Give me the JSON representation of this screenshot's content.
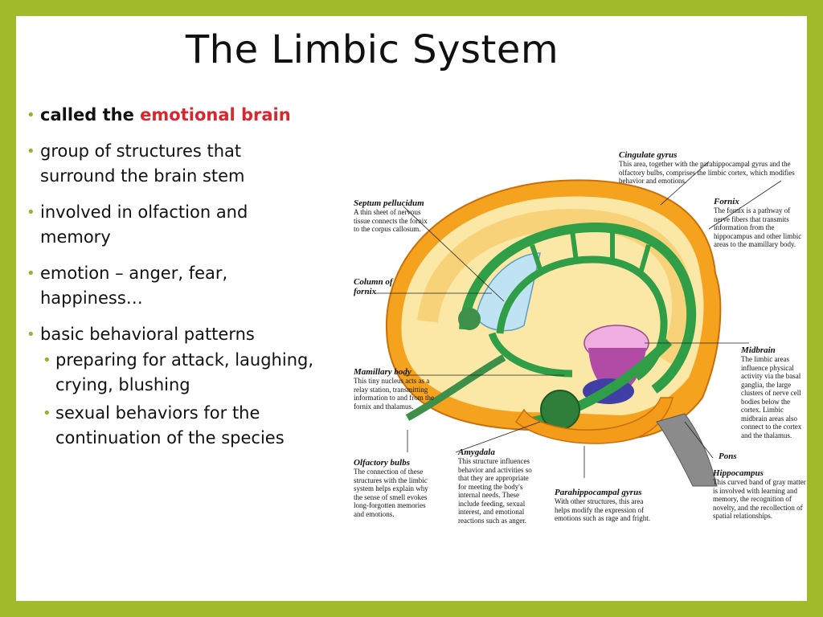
{
  "slide": {
    "title": "The Limbic System",
    "bullet1_lead": "called the ",
    "bullet1_accent": "emotional brain",
    "bullet2": "group of structures that surround the brain stem",
    "bullet3": "involved in olfaction and memory",
    "bullet4": "emotion – anger, fear, happiness…",
    "bullet5": "basic behavioral patterns",
    "sub1": "preparing for attack, laughing, crying, blushing",
    "sub2": "sexual behaviors for the continuation of the species"
  },
  "diagram": {
    "cingulate": {
      "name": "Cingulate gyrus",
      "desc": "This area, together with the parahippocampal gyrus and the olfactory bulbs, comprises the limbic cortex, which modifies behavior and emotions."
    },
    "septum": {
      "name": "Septum pellucidum",
      "desc": "A thin sheet of nervous tissue connects the fornix to the corpus callosum."
    },
    "fornix": {
      "name": "Fornix",
      "desc": "The fornix is a pathway of nerve fibers that transmits information from the hippocampus and other limbic areas to the mamillary body."
    },
    "column": {
      "name": "Column of fornix"
    },
    "midbrain": {
      "name": "Midbrain",
      "desc": "The limbic areas influence physical activity via the basal ganglia, the large clusters of nerve cell bodies below the cortex. Limbic midbrain areas also connect to the cortex and the thalamus."
    },
    "mamillary": {
      "name": "Mamillary body",
      "desc": "This tiny nucleus acts as a relay station, transmitting information to and from the fornix and thalamus."
    },
    "olfactory": {
      "name": "Olfactory bulbs",
      "desc": "The connection of these structures with the limbic system helps explain why the sense of smell evokes long-forgotten memories and emotions."
    },
    "amygdala": {
      "name": "Amygdala",
      "desc": "This structure influences behavior and activities so that they are appropriate for meeting the body's internal needs. These include feeding, sexual interest, and emotional reactions such as anger."
    },
    "pons": {
      "name": "Pons"
    },
    "parahippocampal": {
      "name": "Parahippocampal gyrus",
      "desc": "With other structures, this area helps modify the expression of emotions such as rage and fright."
    },
    "hippocampus": {
      "name": "Hippocampus",
      "desc": "This curved band of gray matter is involved with learning and memory, the recognition of novelty, and the recollection of spatial relationships."
    }
  },
  "colors": {
    "frame": "#9fbb2c",
    "accent": "#d9262f",
    "bullet": "#8fb52a",
    "fornix_green": "#2f9e46",
    "cortex_orange": "#f2a01e",
    "cortex_yellow": "#fbe8a6",
    "midbrain_pink": "#f0aee0"
  }
}
